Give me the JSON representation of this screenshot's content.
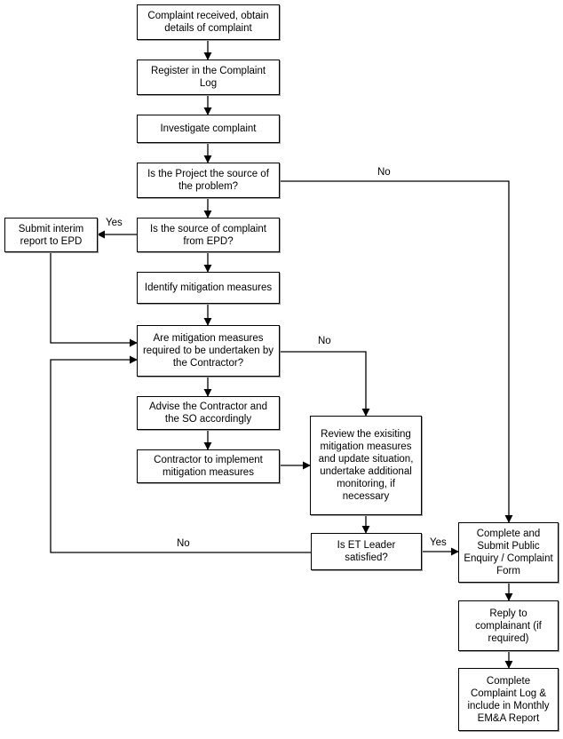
{
  "steps": {
    "complaint_received": "Complaint received, obtain details of complaint",
    "register_log": "Register in the Complaint Log",
    "investigate": "Investigate complaint",
    "is_project_source": "Is the Project the source of the problem?",
    "is_source_epd": "Is the source of complaint from EPD?",
    "submit_interim": "Submit interim report to EPD",
    "identify_mitigation": "Identify mitigation measures",
    "mitigation_required": "Are mitigation measures required to be undertaken by the Contractor?",
    "advise_contractor": "Advise the Contractor and the SO accordingly",
    "contractor_implement": "Contractor to implement mitigation measures",
    "review_existing": "Review the exisiting mitigation measures and update situation, undertake additional monitoring, if necessary",
    "et_leader_satisfied": "Is ET Leader satisfied?",
    "complete_submit_form": "Complete and Submit Public Enquiry / Complaint Form",
    "reply_complainant": "Reply to complainant (if required)",
    "complete_log": "Complete Complaint Log & include in Monthly EM&A Report"
  },
  "labels": {
    "no_project": "No",
    "yes_epd": "Yes",
    "no_mitigation": "No",
    "no_satisfied": "No",
    "yes_satisfied": "Yes"
  }
}
